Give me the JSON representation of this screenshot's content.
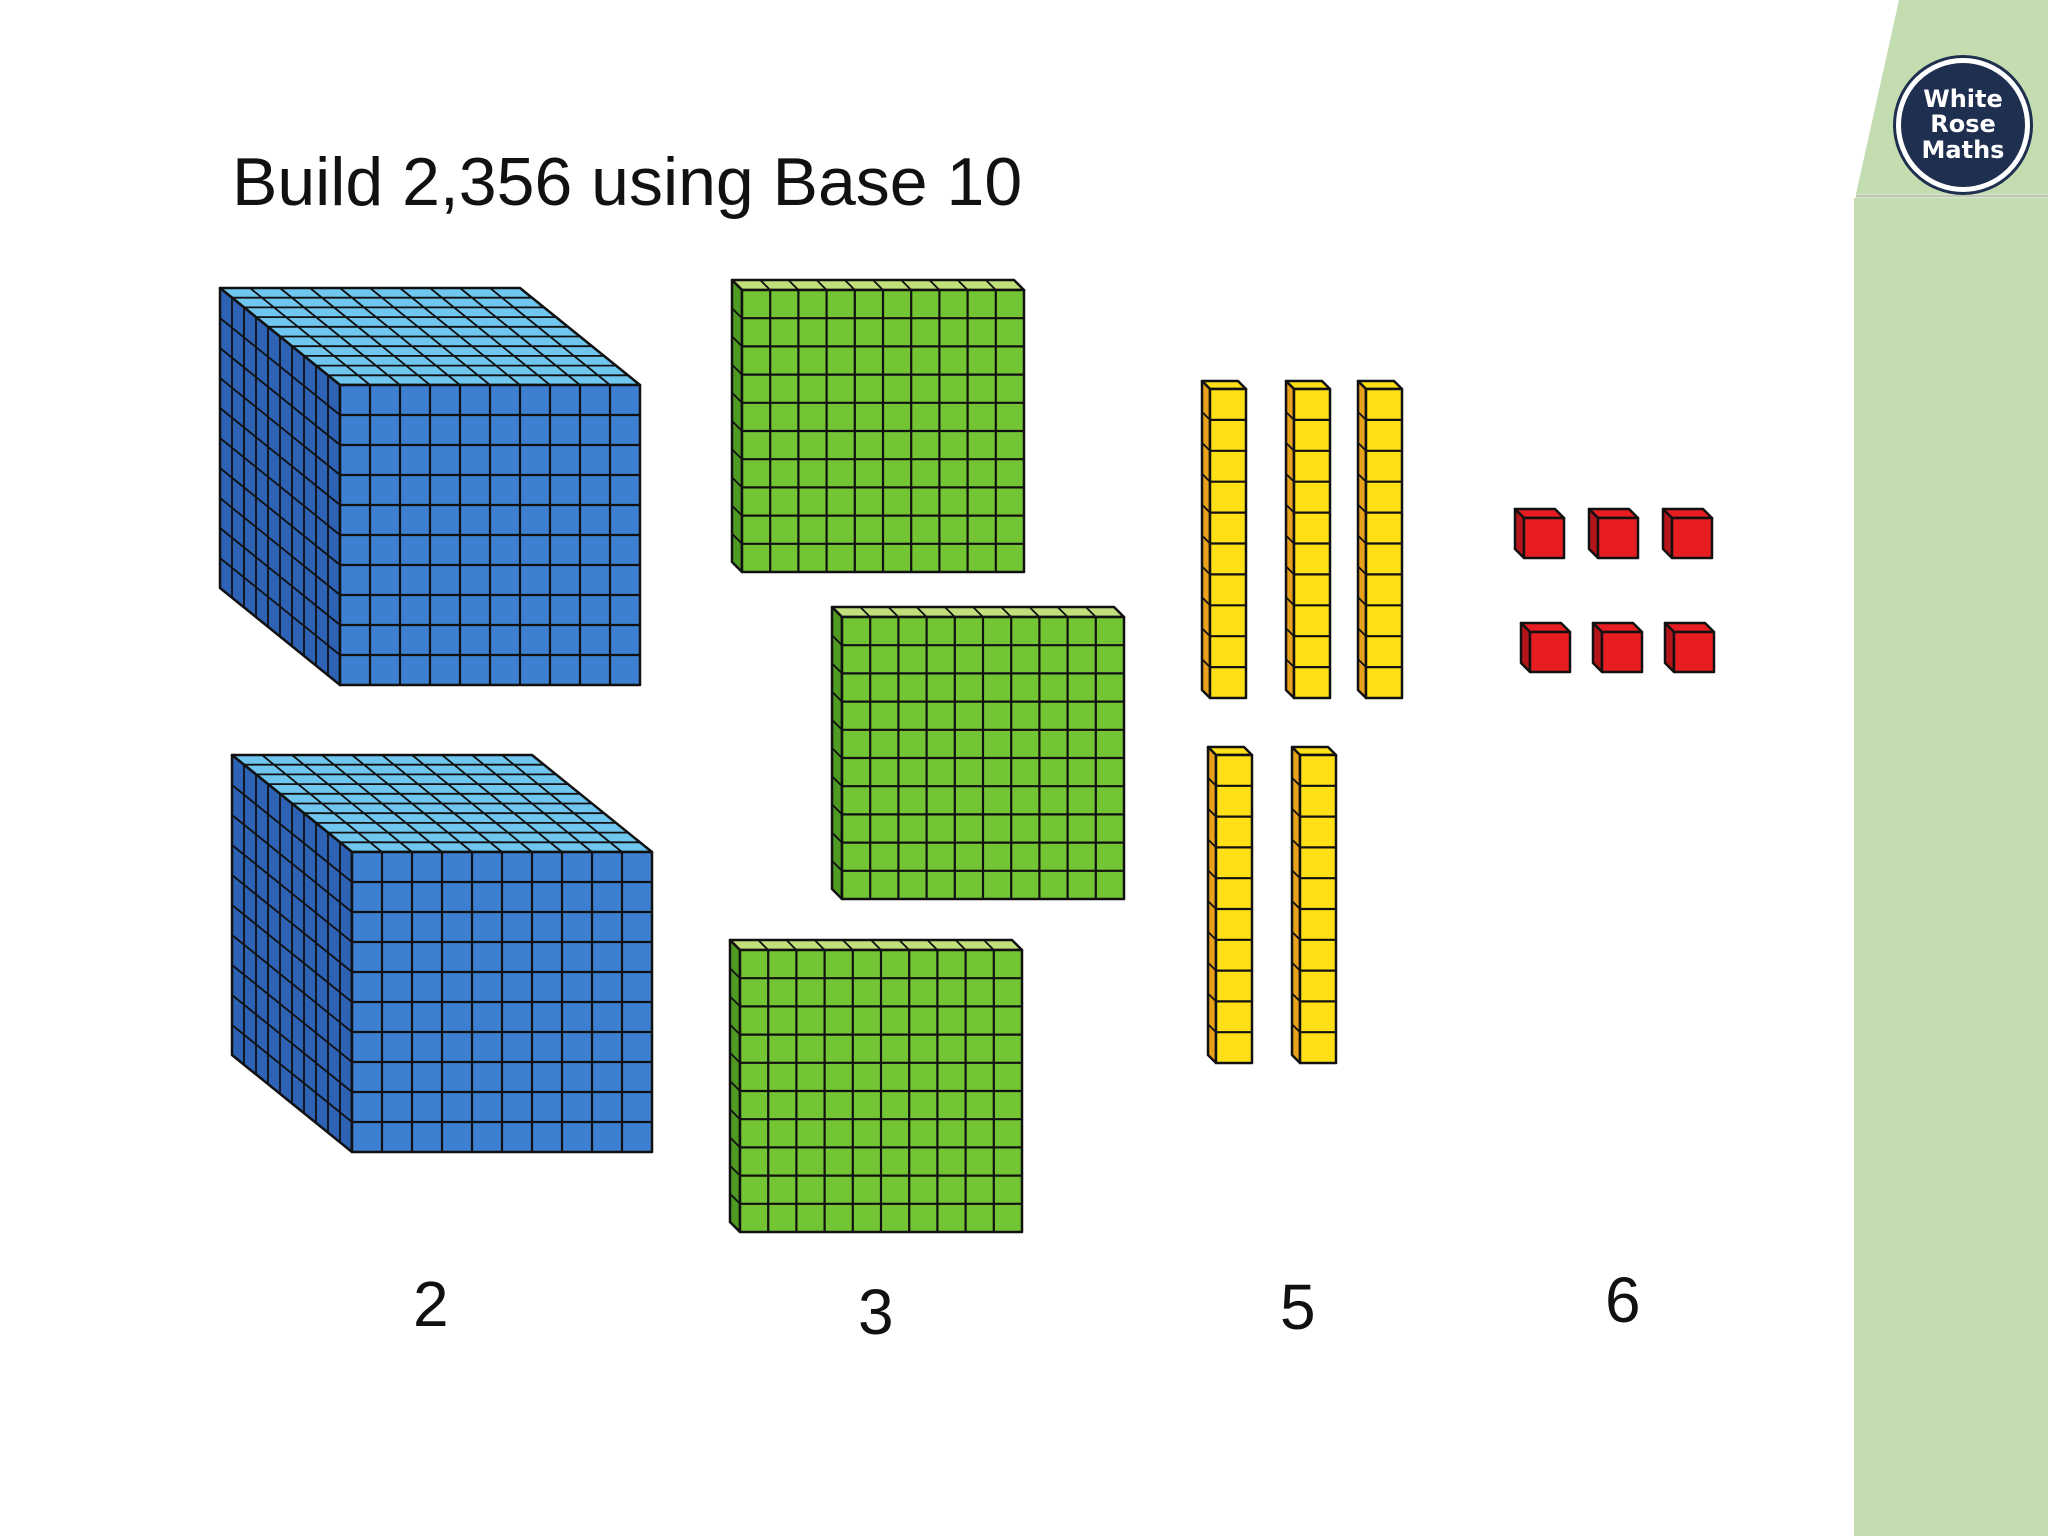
{
  "title": "Build 2,356 using Base 10",
  "logo": {
    "line1": "White",
    "line2": "Rose",
    "line3": "Maths"
  },
  "counts": {
    "thousands": "2",
    "hundreds": "3",
    "tens": "5",
    "ones": "6"
  },
  "colors": {
    "thousands_front": "#3d7fd1",
    "thousands_top": "#6fc6ef",
    "thousands_side": "#2d62b4",
    "hundreds_front": "#74c533",
    "hundreds_top": "#c1e07c",
    "hundreds_side": "#4e9a22",
    "tens_front": "#ffe017",
    "tens_side": "#e8a11a",
    "ones_front": "#e81d22",
    "ones_side": "#b3151a",
    "sidebar": "#c3ddb0"
  }
}
